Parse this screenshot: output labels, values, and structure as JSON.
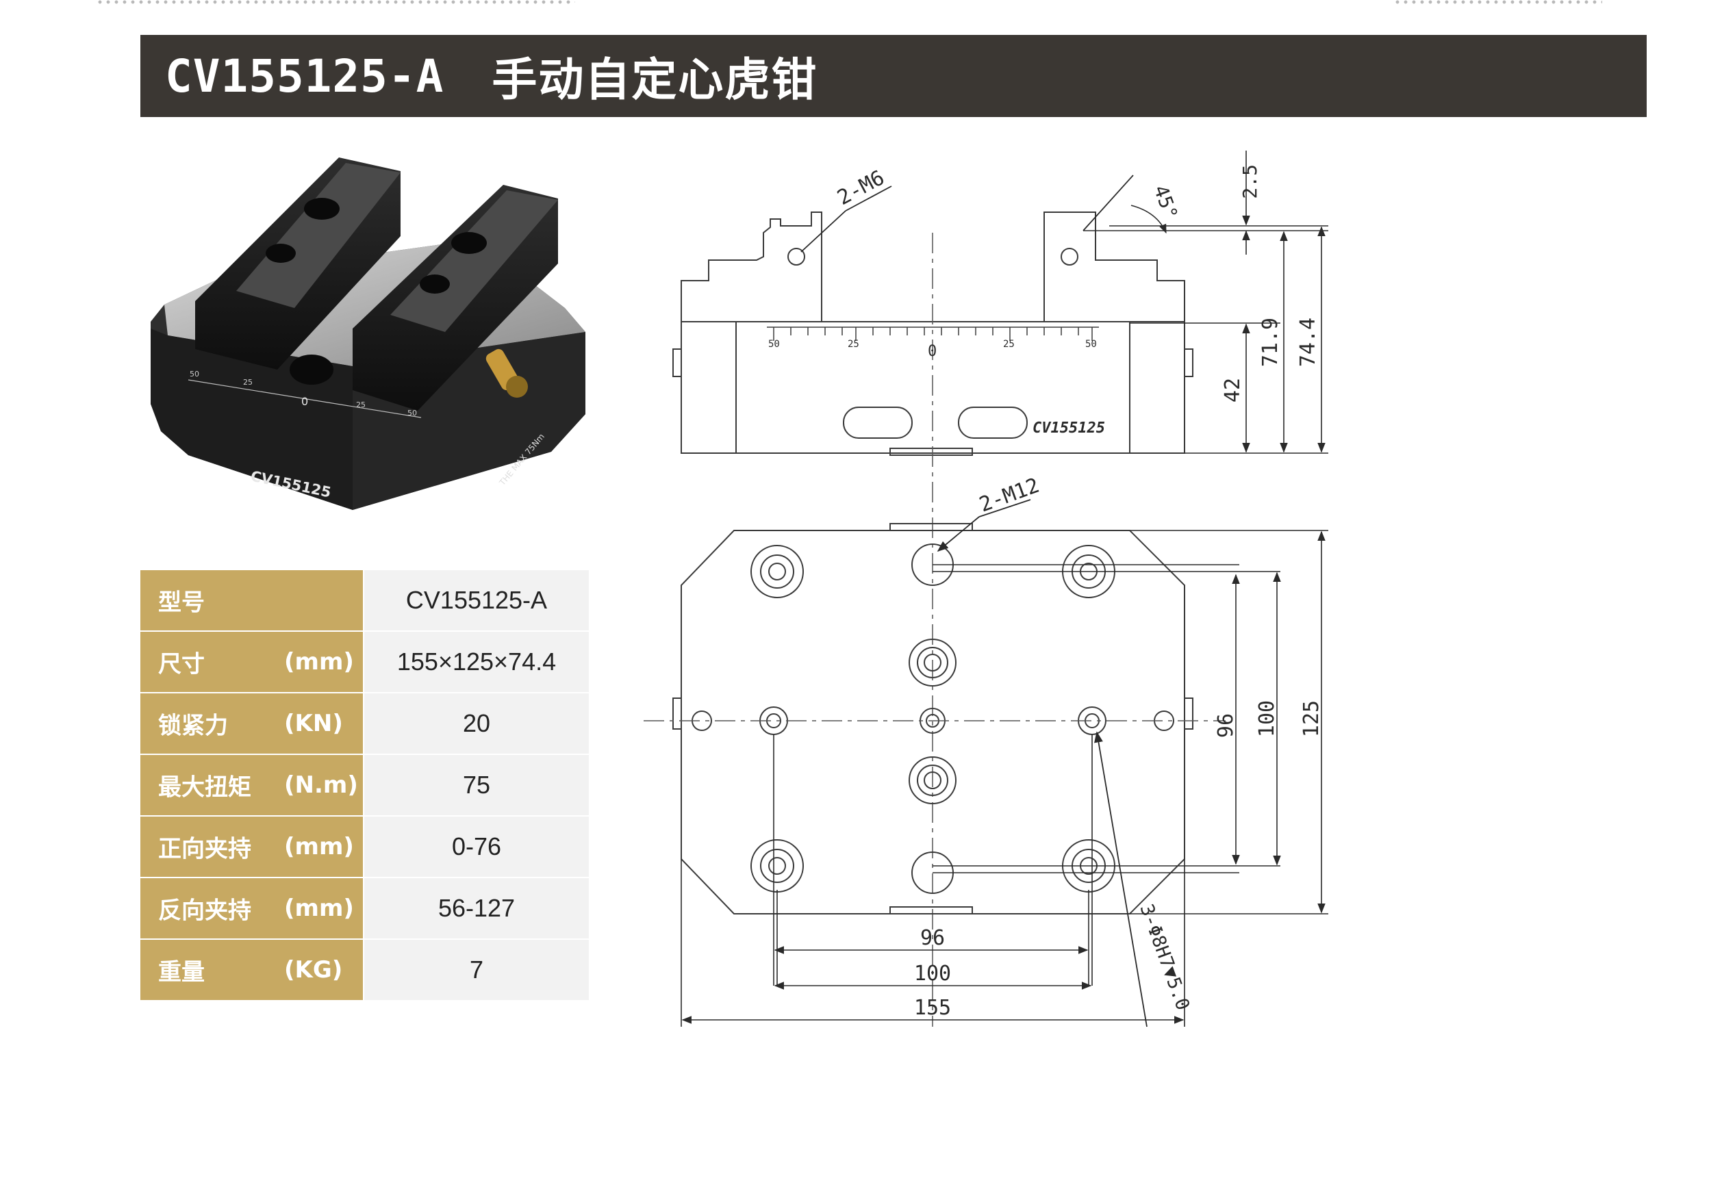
{
  "header": {
    "model": "CV155125-A",
    "name": "手动自定心虎钳"
  },
  "photo": {
    "engraved_model": "CV155125",
    "engraved_torque": "THE MAX 75Nm",
    "scale_labels": [
      "50",
      "25",
      "0",
      "25",
      "50"
    ]
  },
  "spec_table": {
    "rows": [
      {
        "label": "型号",
        "unit": "",
        "value": "CV155125-A"
      },
      {
        "label": "尺寸",
        "unit": "(mm)",
        "value": "155×125×74.4"
      },
      {
        "label": "锁紧力",
        "unit": "(KN)",
        "value": "20"
      },
      {
        "label": "最大扭矩",
        "unit": "(N.m)",
        "value": "75"
      },
      {
        "label": "正向夹持",
        "unit": "(mm)",
        "value": "0-76"
      },
      {
        "label": "反向夹持",
        "unit": "(mm)",
        "value": "56-127"
      },
      {
        "label": "重量",
        "unit": "(KG)",
        "value": "7"
      }
    ]
  },
  "drawing": {
    "front_view": {
      "thread_note": "2-M6",
      "angle_note": "45°",
      "dim_top": "2.5",
      "dim_42": "42",
      "dim_71_9": "71.9",
      "dim_74_4": "74.4",
      "scale_labels": [
        "50",
        "25",
        "0",
        "25",
        "50"
      ],
      "engraved_model": "CV155125"
    },
    "top_view": {
      "thread_note": "2-M12",
      "hole_note": "3-Φ8H7▼5.0",
      "dim_96_v": "96",
      "dim_100_v": "100",
      "dim_125_v": "125",
      "dim_96_h": "96",
      "dim_100_h": "100",
      "dim_155_h": "155"
    }
  },
  "colors": {
    "title_bar": "#3b3733",
    "label_cell": "#c7a962",
    "value_cell": "#f2f2f2"
  }
}
